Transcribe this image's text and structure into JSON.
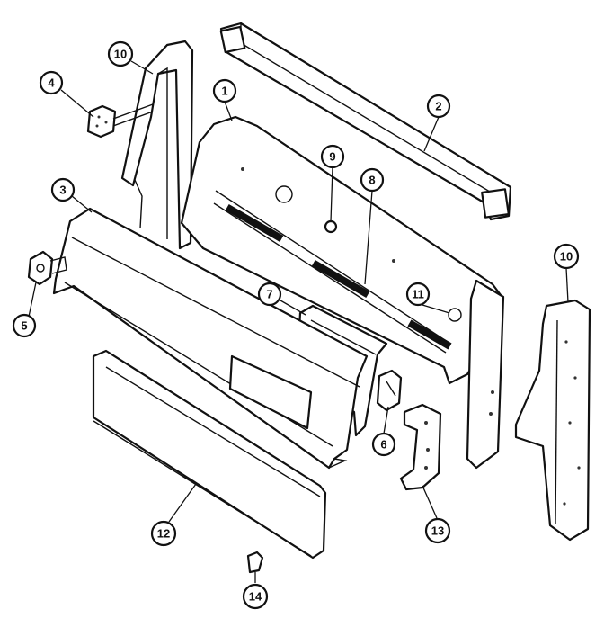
{
  "callouts": [
    {
      "id": "c1",
      "label": "1"
    },
    {
      "id": "c2",
      "label": "2"
    },
    {
      "id": "c3",
      "label": "3"
    },
    {
      "id": "c4",
      "label": "4"
    },
    {
      "id": "c5",
      "label": "5"
    },
    {
      "id": "c6",
      "label": "6"
    },
    {
      "id": "c7",
      "label": "7"
    },
    {
      "id": "c8",
      "label": "8"
    },
    {
      "id": "c9",
      "label": "9"
    },
    {
      "id": "c10a",
      "label": "10"
    },
    {
      "id": "c10b",
      "label": "10"
    },
    {
      "id": "c11",
      "label": "11"
    },
    {
      "id": "c12",
      "label": "12"
    },
    {
      "id": "c13",
      "label": "13"
    },
    {
      "id": "c14",
      "label": "14"
    }
  ],
  "colors": {
    "line": "#111111",
    "background": "#ffffff"
  }
}
